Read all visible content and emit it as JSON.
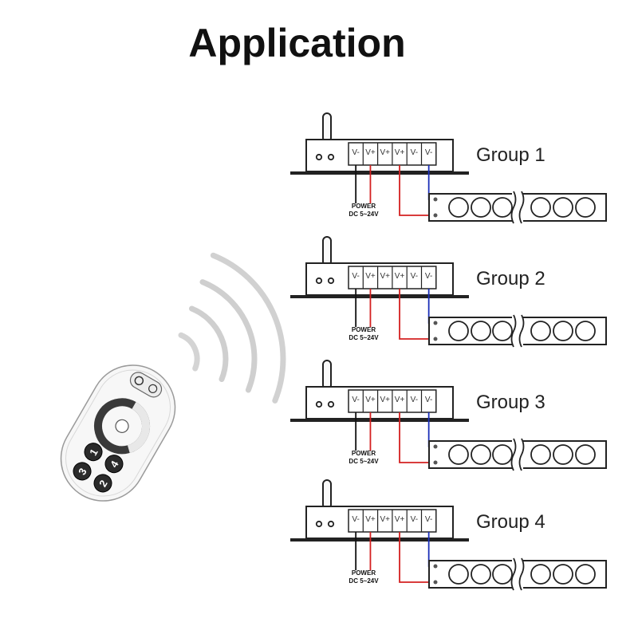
{
  "title": "Application",
  "terminals": [
    "V-",
    "V+",
    "V+",
    "V+",
    "V-",
    "V-"
  ],
  "power_label": "POWER",
  "power_spec": "DC 5~24V",
  "groups": [
    {
      "label": "Group 1"
    },
    {
      "label": "Group 2"
    },
    {
      "label": "Group 3"
    },
    {
      "label": "Group 4"
    }
  ],
  "remote": {
    "buttons": [
      "3",
      "1",
      "2",
      "4"
    ]
  },
  "colors": {
    "positive_wire": "#d42020",
    "negative_wire": "#1a2fb8",
    "outline": "#222222"
  }
}
